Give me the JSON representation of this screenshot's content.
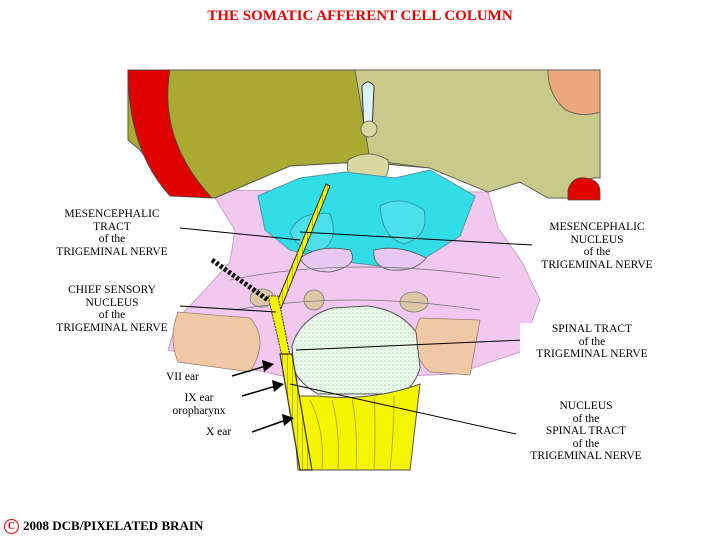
{
  "title": "THE SOMATIC AFFERENT CELL COLUMN",
  "labels": {
    "mes_tract": "MESENCEPHALIC\nTRACT\nof the\nTRIGEMINAL NERVE",
    "mes_nucleus": "MESENCEPHALIC\nNUCLEUS\nof the\nTRIGEMINAL NERVE",
    "chief_sensory": "CHIEF SENSORY\nNUCLEUS\nof the\nTRIGEMINAL NERVE",
    "spinal_tract": "SPINAL TRACT\nof the\nTRIGEMINAL NERVE",
    "vii_ear": "VII ear",
    "ix_ear": "IX ear\noropharynx",
    "x_ear": "X ear",
    "nucleus_spinal": "NUCLEUS\nof the\nSPINAL TRACT\nof the\nTRIGEMINAL NERVE"
  },
  "copyright": {
    "symbol": "C",
    "text": "2008  DCB/PIXELATED BRAIN"
  },
  "colors": {
    "title": "#e00000",
    "olive": "#aaaa33",
    "olive_light": "#c9c98a",
    "cyan": "#33dde8",
    "pink": "#f0c8f0",
    "tan": "#f0c8a6",
    "salmon": "#eba87c",
    "yellow": "#f5f500",
    "red": "#e00000"
  }
}
